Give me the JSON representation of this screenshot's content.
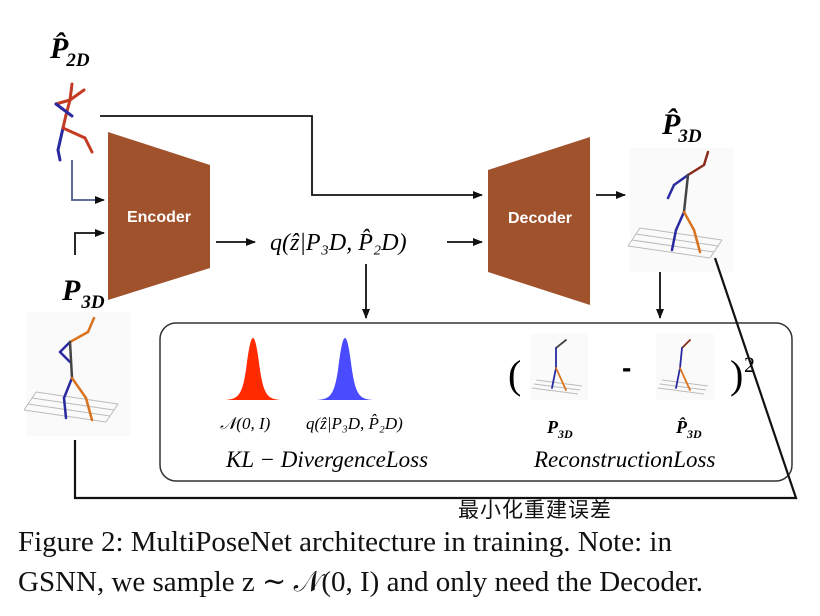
{
  "inputs": {
    "p2d_hat": "P̂",
    "p2d_sub": "2D",
    "p3d": "P",
    "p3d_sub": "3D"
  },
  "output": {
    "p3d_hat": "P̂",
    "p3d_sub": "3D"
  },
  "encoder": {
    "label": "Encoder",
    "color": "#a0522d"
  },
  "decoder": {
    "label": "Decoder",
    "color": "#a0522d"
  },
  "posterior": "q(ẑ|P₃D, P̂₂D)",
  "loss_box": {
    "normal_label": "𝒩(0, I)",
    "posterior_label": "q(ẑ|P₃D, P̂₂D)",
    "kl_label": "KL − DivergenceLoss",
    "recon_label": "ReconstructionLoss",
    "open_paren": "(",
    "minus": "-",
    "close_paren": ")",
    "exponent": "2",
    "p3d_label": "P",
    "p3d_sub": "3D",
    "p3d_hat_label": "P̂",
    "p3d_hat_sub": "3D",
    "red": "#ff2a00",
    "blue": "#4a4aff"
  },
  "annotation": "最小化重建误差",
  "caption": {
    "line1": "Figure 2: MultiPoseNet architecture in training. Note: in",
    "line2": "GSNN, we sample z ∼ 𝒩(0, I) and only need the Decoder."
  }
}
